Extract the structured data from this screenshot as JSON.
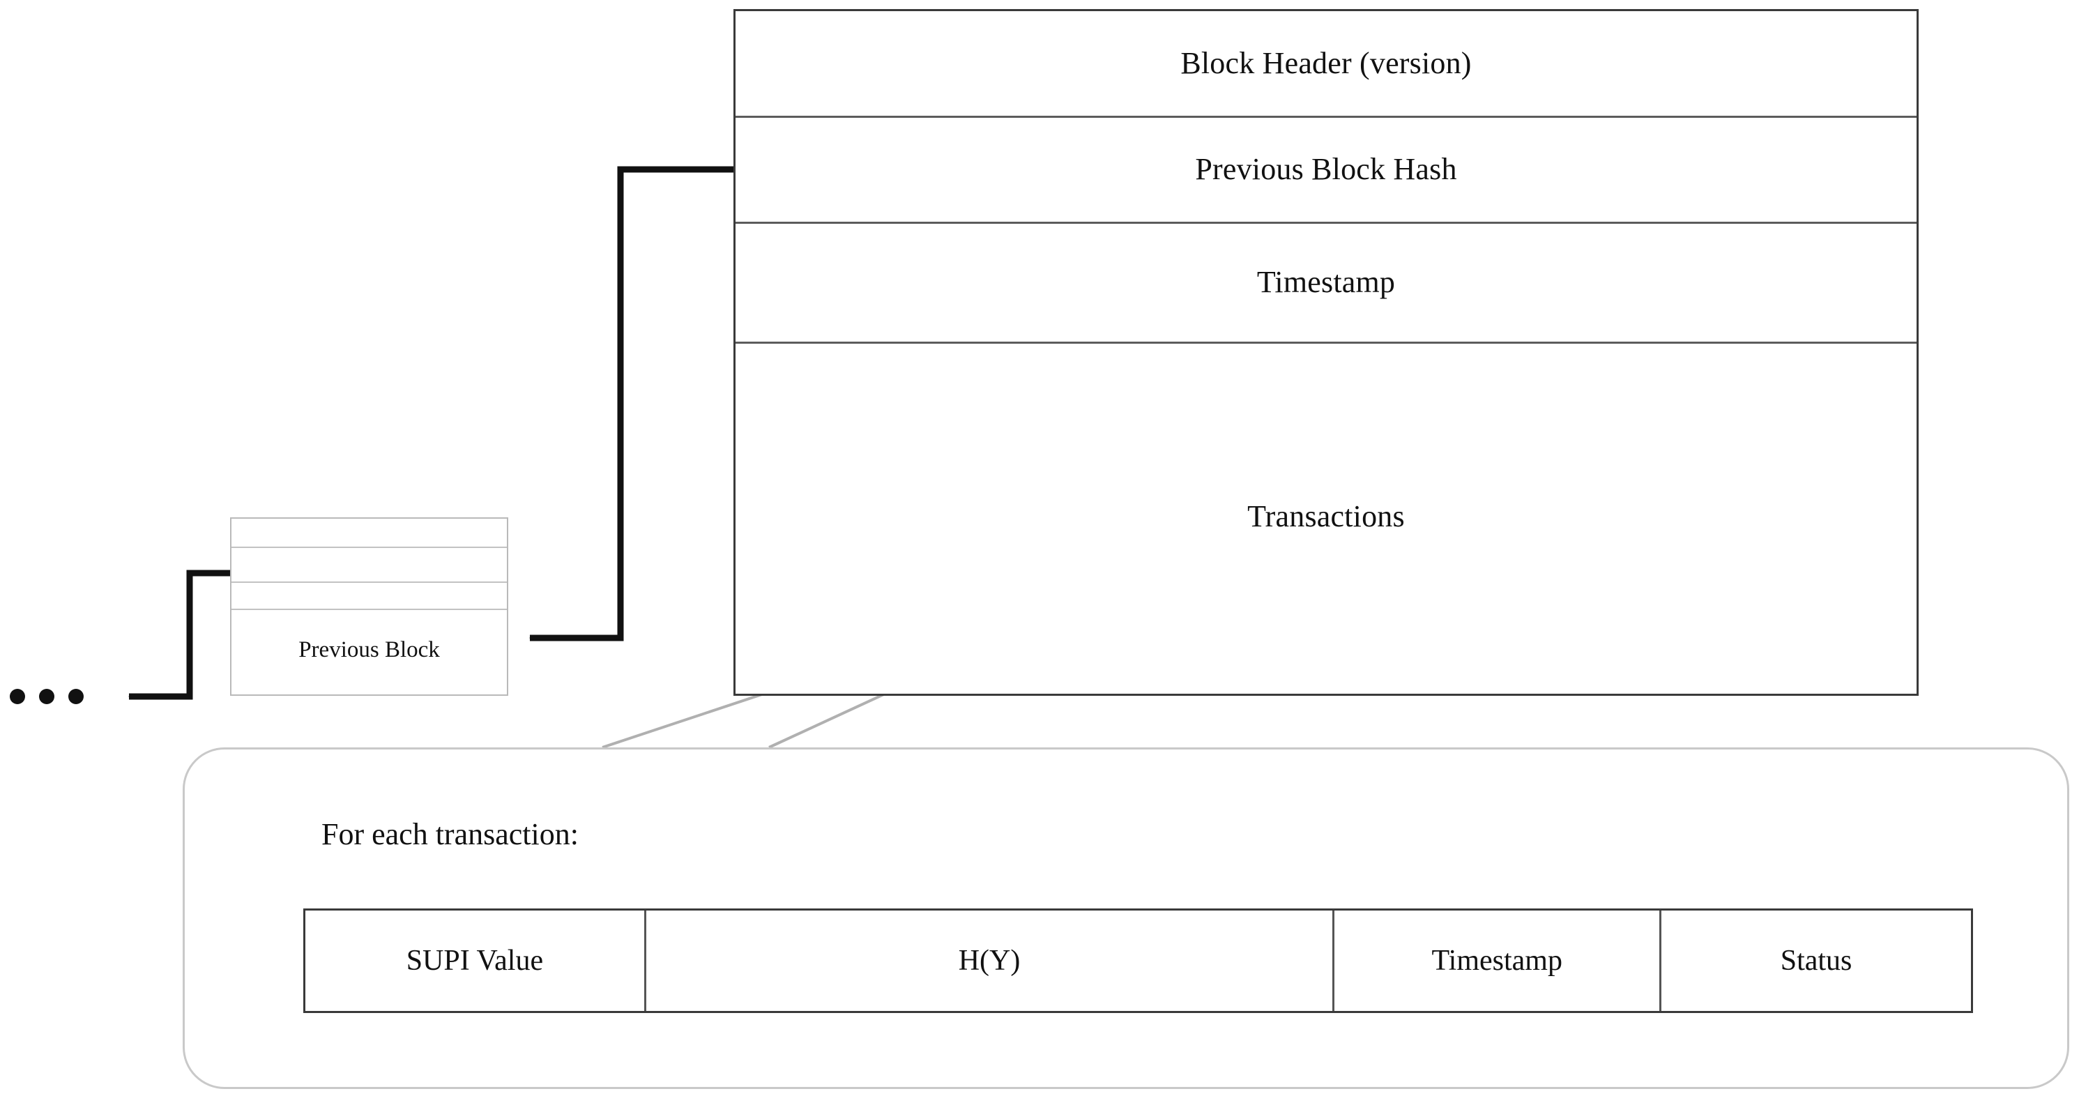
{
  "diagram": {
    "title": "Blockchain Block Structure",
    "colors": {
      "stroke_dark": "#3a3a3a",
      "stroke_mid": "#5c5c5c",
      "stroke_light": "#c9c9c9",
      "prev_block_stroke": "#b9b9b9",
      "arrow": "#111111",
      "leader_line": "#b0b0b0",
      "background": "#ffffff"
    }
  },
  "current_block": {
    "rows": [
      {
        "label": "Block Header (version)"
      },
      {
        "label": "Previous Block Hash"
      },
      {
        "label": "Timestamp"
      },
      {
        "label": "Transactions"
      }
    ]
  },
  "previous_block": {
    "label": "Previous Block",
    "empty_rows": 3
  },
  "chain_continuation": {
    "ellipsis_icon": "horizontal-ellipsis",
    "dots": 3
  },
  "detail_panel": {
    "caption": "For each transaction:",
    "table": {
      "columns": [
        {
          "label": "SUPI Value"
        },
        {
          "label": "H(Y)"
        },
        {
          "label": "Timestamp"
        },
        {
          "label": "Status"
        }
      ]
    }
  }
}
